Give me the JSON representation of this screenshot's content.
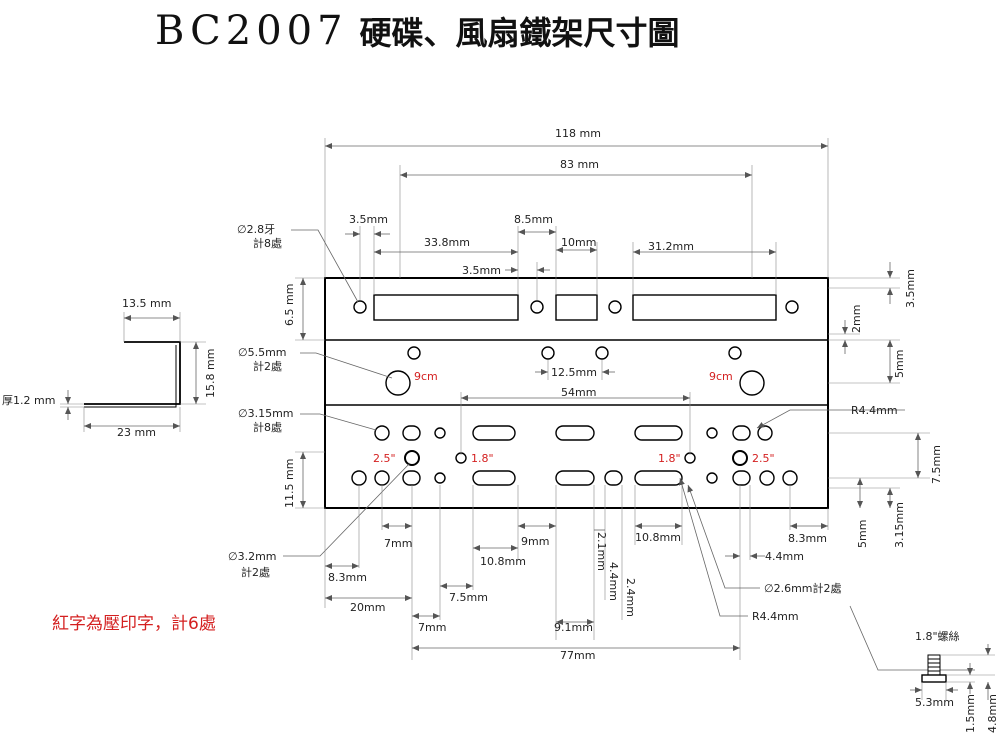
{
  "title": {
    "code": "BC2007",
    "name": "硬碟、風扇鐵架尺寸圖"
  },
  "note": "紅字為壓印字，計6處",
  "dims": {
    "w118": "118 mm",
    "w83": "83 mm",
    "a3_5": "3.5mm",
    "b8_5": "8.5mm",
    "c33_8": "33.8mm",
    "d10": "10mm",
    "e31_2": "31.2mm",
    "f3_5": "3.5mm",
    "g12_5": "12.5mm",
    "h54": "54mm",
    "r44a": "R4.4mm",
    "v6_5": "6.5 mm",
    "v15_8": "15.8 mm",
    "v11_5": "11.5 mm",
    "r3_5": "3.5mm",
    "r2": "2mm",
    "r5": "5mm",
    "r7_5": "7.5mm",
    "r5b": "5mm",
    "r3_15": "3.15mm",
    "b7": "7mm",
    "b9": "9mm",
    "b10_8a": "10.8mm",
    "b10_8b": "10.8mm",
    "b8_3a": "8.3mm",
    "b8_3b": "8.3mm",
    "b4_4": "4.4mm",
    "b7_5": "7.5mm",
    "b20": "20mm",
    "b7b": "7mm",
    "b9_1": "9.1mm",
    "b77": "77mm",
    "b2_1": "2.1mm",
    "b4_4v": "4.4mm",
    "b2_4v": "2.4mm",
    "phi26": "∅2.6mm計2處",
    "r44b": "R4.4mm"
  },
  "callouts": {
    "h28": "∅2.8牙",
    "h28c": "計8處",
    "h55": "∅5.5mm",
    "h55c": "計2處",
    "h315": "∅3.15mm",
    "h315c": "計8處",
    "h32": "∅3.2mm",
    "h32c": "計2處"
  },
  "stamps": {
    "s9a": "9cm",
    "s9b": "9cm",
    "s25a": "2.5\"",
    "s18a": "1.8\"",
    "s18b": "1.8\"",
    "s25b": "2.5\""
  },
  "profile": {
    "w13_5": "13.5 mm",
    "w23": "23 mm",
    "t12": "厚1.2 mm"
  },
  "screw": {
    "label": "1.8\"螺絲",
    "w53": "5.3mm",
    "v15": "1.5mm",
    "v48": "4.8mm"
  }
}
